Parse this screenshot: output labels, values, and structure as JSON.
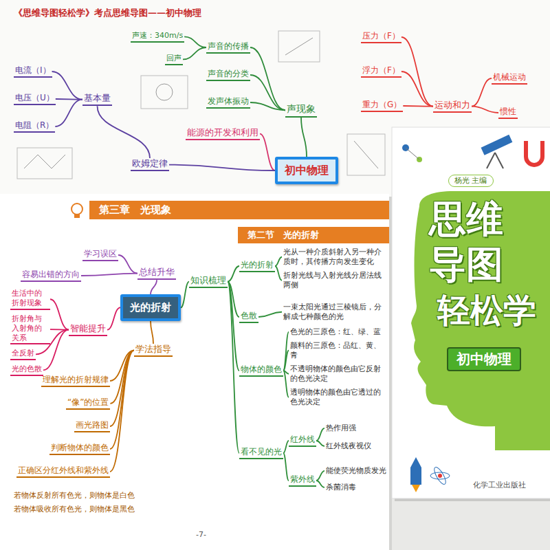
{
  "diagram": {
    "title": "《思维导图轻松学》考点思维导图——初中物理",
    "nodes": [
      {
        "text": [
          "初中物理"
        ]
      },
      {
        "text": [
          "声现象"
        ]
      },
      {
        "text": [
          "声音的传播"
        ]
      },
      {
        "text": [
          "声音的分类"
        ]
      },
      {
        "text": [
          "发声体振动"
        ]
      },
      {
        "text": [
          "声速：340m/s"
        ]
      },
      {
        "text": [
          "回声"
        ]
      },
      {
        "text": [
          "能源的开发和利用"
        ]
      },
      {
        "text": [
          "欧姆定律"
        ]
      },
      {
        "text": [
          "基本量"
        ]
      },
      {
        "text": [
          "电流（I）"
        ]
      },
      {
        "text": [
          "电压（U）"
        ]
      },
      {
        "text": [
          "电阻（R）"
        ]
      },
      {
        "text": [
          "运动和力"
        ]
      },
      {
        "text": [
          "压力（F）"
        ]
      },
      {
        "text": [
          "浮力（F）"
        ]
      },
      {
        "text": [
          "重力（G）"
        ]
      },
      {
        "text": [
          "机械运动"
        ]
      },
      {
        "text": [
          "惯性"
        ]
      },
      {
        "text": [
          "光的折射"
        ]
      },
      {
        "text": [
          "总结升华"
        ]
      },
      {
        "text": [
          "知识梳理"
        ]
      },
      {
        "text": [
          "智能提升"
        ]
      },
      {
        "text": [
          "学法指导"
        ]
      },
      {
        "text": [
          "学习误区"
        ]
      },
      {
        "text": [
          "容易出错的方向"
        ]
      },
      {
        "text": [
          "生活中的折射现象"
        ]
      },
      {
        "text": [
          "折射角与入射角的关系"
        ]
      },
      {
        "text": [
          "全反射"
        ]
      },
      {
        "text": [
          "光的色散"
        ]
      },
      {
        "text": [
          "理解光的折射规律"
        ]
      },
      {
        "text": [
          "“像”的位置"
        ]
      },
      {
        "text": [
          "画光路图"
        ]
      },
      {
        "text": [
          "判断物体的颜色"
        ]
      },
      {
        "text": [
          "正确区分红外线和紫外线"
        ]
      },
      {
        "text": [
          "光的折射"
        ]
      },
      {
        "text": [
          "光从一种介质斜射入另一种介质时，其传播方向发生变化"
        ]
      },
      {
        "text": [
          "折射光线与入射光线分居法线两侧"
        ]
      },
      {
        "text": [
          "色散"
        ]
      },
      {
        "text": [
          "一束太阳光通过三棱镜后，分解成七种颜色的光"
        ]
      },
      {
        "text": [
          "物体的颜色"
        ]
      },
      {
        "text": [
          "色光的三原色：红、绿、蓝"
        ]
      },
      {
        "text": [
          "颜料的三原色：品红、黄、青"
        ]
      },
      {
        "text": [
          "不透明物体的颜色由它反射的色光决定"
        ]
      },
      {
        "text": [
          "透明物体的颜色由它透过的色光决定"
        ]
      },
      {
        "text": [
          "看不见的光"
        ]
      },
      {
        "text": [
          "红外线"
        ]
      },
      {
        "text": [
          "紫外线"
        ]
      },
      {
        "text": [
          "热作用强"
        ]
      },
      {
        "text": [
          "红外线夜视仪"
        ]
      },
      {
        "text": [
          "能使荧光物质发光"
        ]
      },
      {
        "text": [
          "杀菌消毒"
        ]
      },
      {
        "text": [
          "第三章　光现象"
        ]
      },
      {
        "text": [
          "第二节　光的折射"
        ]
      },
      {
        "text": [
          "杨光 主编"
        ]
      },
      {
        "text": [
          "初中物理"
        ]
      }
    ],
    "edges": [
      {
        "from": 0,
        "to": 1,
        "arrow": "none"
      },
      {
        "from": 1,
        "to": 2,
        "arrow": "none"
      },
      {
        "from": 1,
        "to": 3,
        "arrow": "none"
      },
      {
        "from": 1,
        "to": 4,
        "arrow": "none"
      },
      {
        "from": 2,
        "to": 5,
        "arrow": "none"
      },
      {
        "from": 2,
        "to": 6,
        "arrow": "none"
      },
      {
        "from": 0,
        "to": 7,
        "arrow": "none"
      },
      {
        "from": 0,
        "to": 8,
        "arrow": "none"
      },
      {
        "from": 8,
        "to": 9,
        "arrow": "none"
      },
      {
        "from": 9,
        "to": 10,
        "arrow": "none"
      },
      {
        "from": 9,
        "to": 11,
        "arrow": "none"
      },
      {
        "from": 9,
        "to": 12,
        "arrow": "none"
      },
      {
        "from": 13,
        "to": 14,
        "arrow": "none"
      },
      {
        "from": 13,
        "to": 15,
        "arrow": "none"
      },
      {
        "from": 13,
        "to": 16,
        "arrow": "none"
      },
      {
        "from": 13,
        "to": 17,
        "arrow": "none"
      },
      {
        "from": 13,
        "to": 18,
        "arrow": "none"
      },
      {
        "from": 19,
        "to": 20,
        "arrow": "none"
      },
      {
        "from": 19,
        "to": 21,
        "arrow": "none"
      },
      {
        "from": 19,
        "to": 22,
        "arrow": "none"
      },
      {
        "from": 19,
        "to": 23,
        "arrow": "none"
      },
      {
        "from": 20,
        "to": 24,
        "arrow": "none"
      },
      {
        "from": 20,
        "to": 25,
        "arrow": "none"
      },
      {
        "from": 22,
        "to": 26,
        "arrow": "none"
      },
      {
        "from": 22,
        "to": 27,
        "arrow": "none"
      },
      {
        "from": 22,
        "to": 28,
        "arrow": "none"
      },
      {
        "from": 22,
        "to": 29,
        "arrow": "none"
      },
      {
        "from": 23,
        "to": 30,
        "arrow": "none"
      },
      {
        "from": 23,
        "to": 31,
        "arrow": "none"
      },
      {
        "from": 23,
        "to": 32,
        "arrow": "none"
      },
      {
        "from": 23,
        "to": 33,
        "arrow": "none"
      },
      {
        "from": 23,
        "to": 34,
        "arrow": "none"
      },
      {
        "from": 21,
        "to": 35,
        "arrow": "none"
      },
      {
        "from": 21,
        "to": 38,
        "arrow": "none"
      },
      {
        "from": 21,
        "to": 40,
        "arrow": "none"
      },
      {
        "from": 21,
        "to": 45,
        "arrow": "none"
      },
      {
        "from": 35,
        "to": 36,
        "arrow": "none"
      },
      {
        "from": 35,
        "to": 37,
        "arrow": "none"
      },
      {
        "from": 38,
        "to": 39,
        "arrow": "none"
      },
      {
        "from": 40,
        "to": 41,
        "arrow": "none"
      },
      {
        "from": 40,
        "to": 42,
        "arrow": "none"
      },
      {
        "from": 40,
        "to": 43,
        "arrow": "none"
      },
      {
        "from": 40,
        "to": 44,
        "arrow": "none"
      },
      {
        "from": 45,
        "to": 46,
        "arrow": "none"
      },
      {
        "from": 45,
        "to": 47,
        "arrow": "none"
      },
      {
        "from": 46,
        "to": 48,
        "arrow": "none"
      },
      {
        "from": 46,
        "to": 49,
        "arrow": "none"
      },
      {
        "from": 47,
        "to": 50,
        "arrow": "none"
      },
      {
        "from": 47,
        "to": 51,
        "arrow": "none"
      }
    ],
    "labels": [
      "若物体反射所有色光，则物体是白色",
      "若物体吸收所有色光，则物体是黑色",
      "-7-",
      "思维",
      "导图",
      "轻松学",
      "化学工业出版社"
    ]
  }
}
